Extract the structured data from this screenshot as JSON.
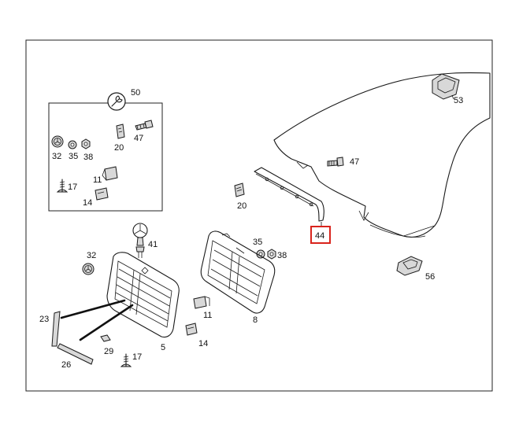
{
  "diagram": {
    "highlight_color": "#d9241c",
    "line_color": "#1a1a1a",
    "callouts": {
      "c50": "50",
      "c47a": "47",
      "c20a": "20",
      "c32a": "32",
      "c35a": "35",
      "c38a": "38",
      "c17a": "17",
      "c11a": "11",
      "c14a": "14",
      "c41": "41",
      "c32b": "32",
      "c23": "23",
      "c26": "26",
      "c29": "29",
      "c17b": "17",
      "c5": "5",
      "c11b": "11",
      "c14b": "14",
      "c8": "8",
      "c35b": "35",
      "c38b": "38",
      "c20b": "20",
      "c47b": "47",
      "c44": "44",
      "c53": "53",
      "c56": "56"
    }
  }
}
